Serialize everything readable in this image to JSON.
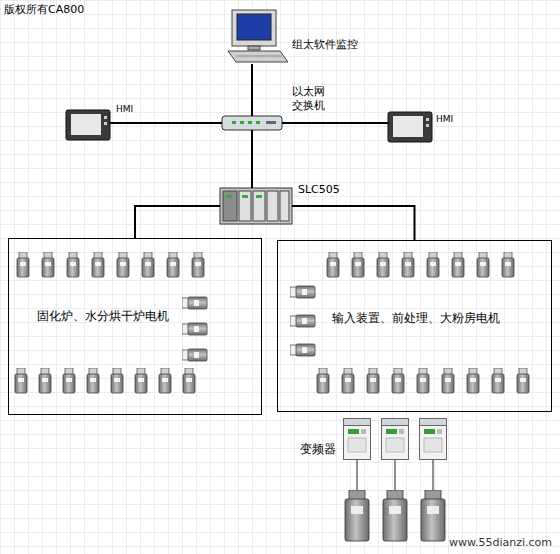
{
  "diagram": {
    "nodes": [
      {
        "text": [
          "组太软件监控"
        ]
      },
      {
        "text": [
          "以太网 交换机"
        ]
      },
      {
        "text": [
          "HMI"
        ]
      },
      {
        "text": [
          "HMI"
        ]
      },
      {
        "text": [
          "SLC505"
        ]
      },
      {
        "text": [
          "固化炉、水分烘干炉电机"
        ]
      },
      {
        "text": [
          "输入装置、前处理、大粉房电机"
        ]
      },
      {
        "text": [
          "变频器"
        ]
      }
    ],
    "edges": [
      {
        "from": 0,
        "to": 1,
        "arrow": "none"
      },
      {
        "from": 2,
        "to": 1,
        "arrow": "none"
      },
      {
        "from": 3,
        "to": 1,
        "arrow": "none"
      },
      {
        "from": 1,
        "to": 4,
        "arrow": "none"
      },
      {
        "from": 4,
        "to": 5,
        "arrow": "none"
      },
      {
        "from": 4,
        "to": 6,
        "arrow": "none"
      }
    ],
    "labels": [
      "版权所有CA800",
      "www.55dianzi.com"
    ]
  }
}
